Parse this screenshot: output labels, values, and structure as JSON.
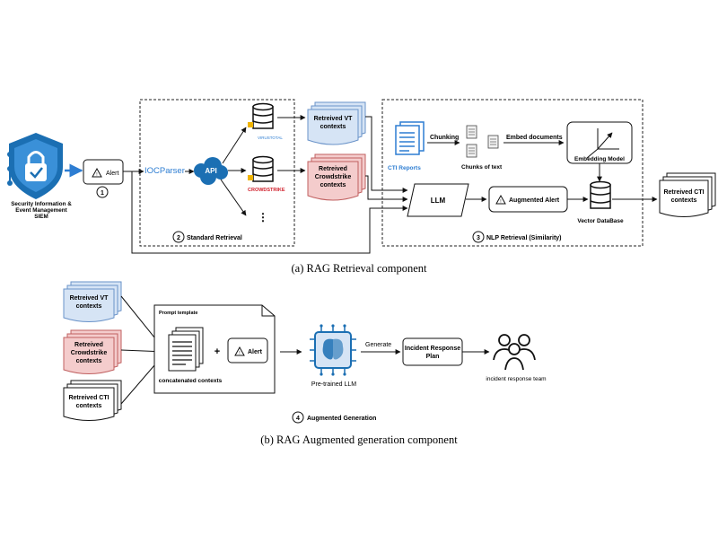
{
  "part_a": {
    "caption": "(a) RAG Retrieval component",
    "siem_label_lines": [
      "Security Information &",
      "Event Management",
      "SIEM"
    ],
    "alert": "Alert",
    "step1": "1",
    "ioc_parser": "IOCParser",
    "api": "API",
    "virustotal": "VIRUSTOTAL",
    "crowdstrike": "CROWDSTRIKE",
    "more": "⋮",
    "step2": "2",
    "standard_retrieval": "Standard Retrieval",
    "vt_contexts_lines": [
      "Retreived VT",
      "contexts"
    ],
    "cs_contexts_lines": [
      "Retreived",
      "Crowdstrike",
      "contexts"
    ],
    "cti_reports": "CTI Reports",
    "chunking": "Chunking",
    "chunks_of_text": "Chunks of text",
    "embed_documents": "Embed documents",
    "embedding_model": "Embedding Model",
    "llm": "LLM",
    "augmented_alert": "Augmented Alert",
    "vector_db": "Vector DataBase",
    "step3": "3",
    "nlp_retrieval": "NLP Retrieval (Similarity)",
    "cti_contexts_lines": [
      "Retreived CTI",
      "contexts"
    ]
  },
  "part_b": {
    "caption": "(b) RAG Augmented generation component",
    "vt_contexts_lines": [
      "Retreived VT",
      "contexts"
    ],
    "cs_contexts_lines": [
      "Retreived",
      "Crowdstrike",
      "contexts"
    ],
    "cti_contexts_lines": [
      "Retreived CTI",
      "contexts"
    ],
    "prompt_template": "Prompt template",
    "concatenated_contexts": "concatenated contexts",
    "plus": "+",
    "alert": "Alert",
    "pretrained_llm": "Pre-trained LLM",
    "generate": "Generate",
    "incident_plan_lines": [
      "Incident Response",
      "Plan"
    ],
    "incident_team": "incident response team",
    "step4": "4",
    "augmented_generation": "Augmented Generation"
  },
  "colors": {
    "vt_fill": "#d6e4f5",
    "vt_stroke": "#6a93c9",
    "cs_fill": "#f4cccc",
    "cs_stroke": "#c06060",
    "siem_blue": "#1b6fb3",
    "accent_blue": "#2d7dd2",
    "crowdstrike_red": "#d0202c"
  }
}
